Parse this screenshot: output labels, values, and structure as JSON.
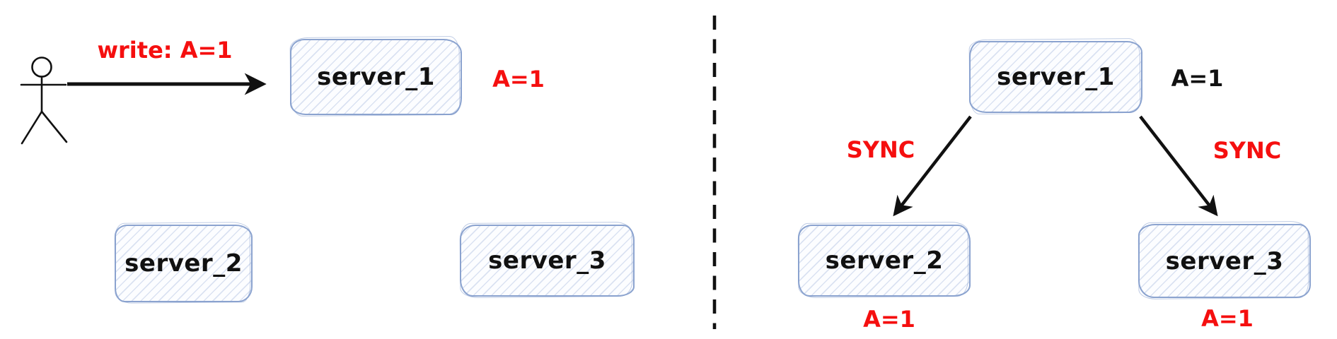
{
  "left_panel": {
    "write_label": "write: A=1",
    "server1": {
      "label": "server_1",
      "value": "A=1"
    },
    "server2": {
      "label": "server_2"
    },
    "server3": {
      "label": "server_3"
    }
  },
  "right_panel": {
    "server1": {
      "label": "server_1",
      "value": "A=1"
    },
    "sync_left_label": "SYNC",
    "sync_right_label": "SYNC",
    "server2": {
      "label": "server_2",
      "value": "A=1"
    },
    "server3": {
      "label": "server_3",
      "value": "A=1"
    }
  },
  "icons": {
    "actor": "stick-figure-icon",
    "write_arrow": "right-arrow",
    "sync_arrows": "diagonal-down-arrow",
    "divider": "vertical-dashed-divider"
  },
  "colors": {
    "label_red": "#f50f0f",
    "ink_black": "#111111",
    "box_border": "#8ba3cf",
    "box_hatch": "#ccd8ec",
    "box_fill": "#fcfdff"
  }
}
